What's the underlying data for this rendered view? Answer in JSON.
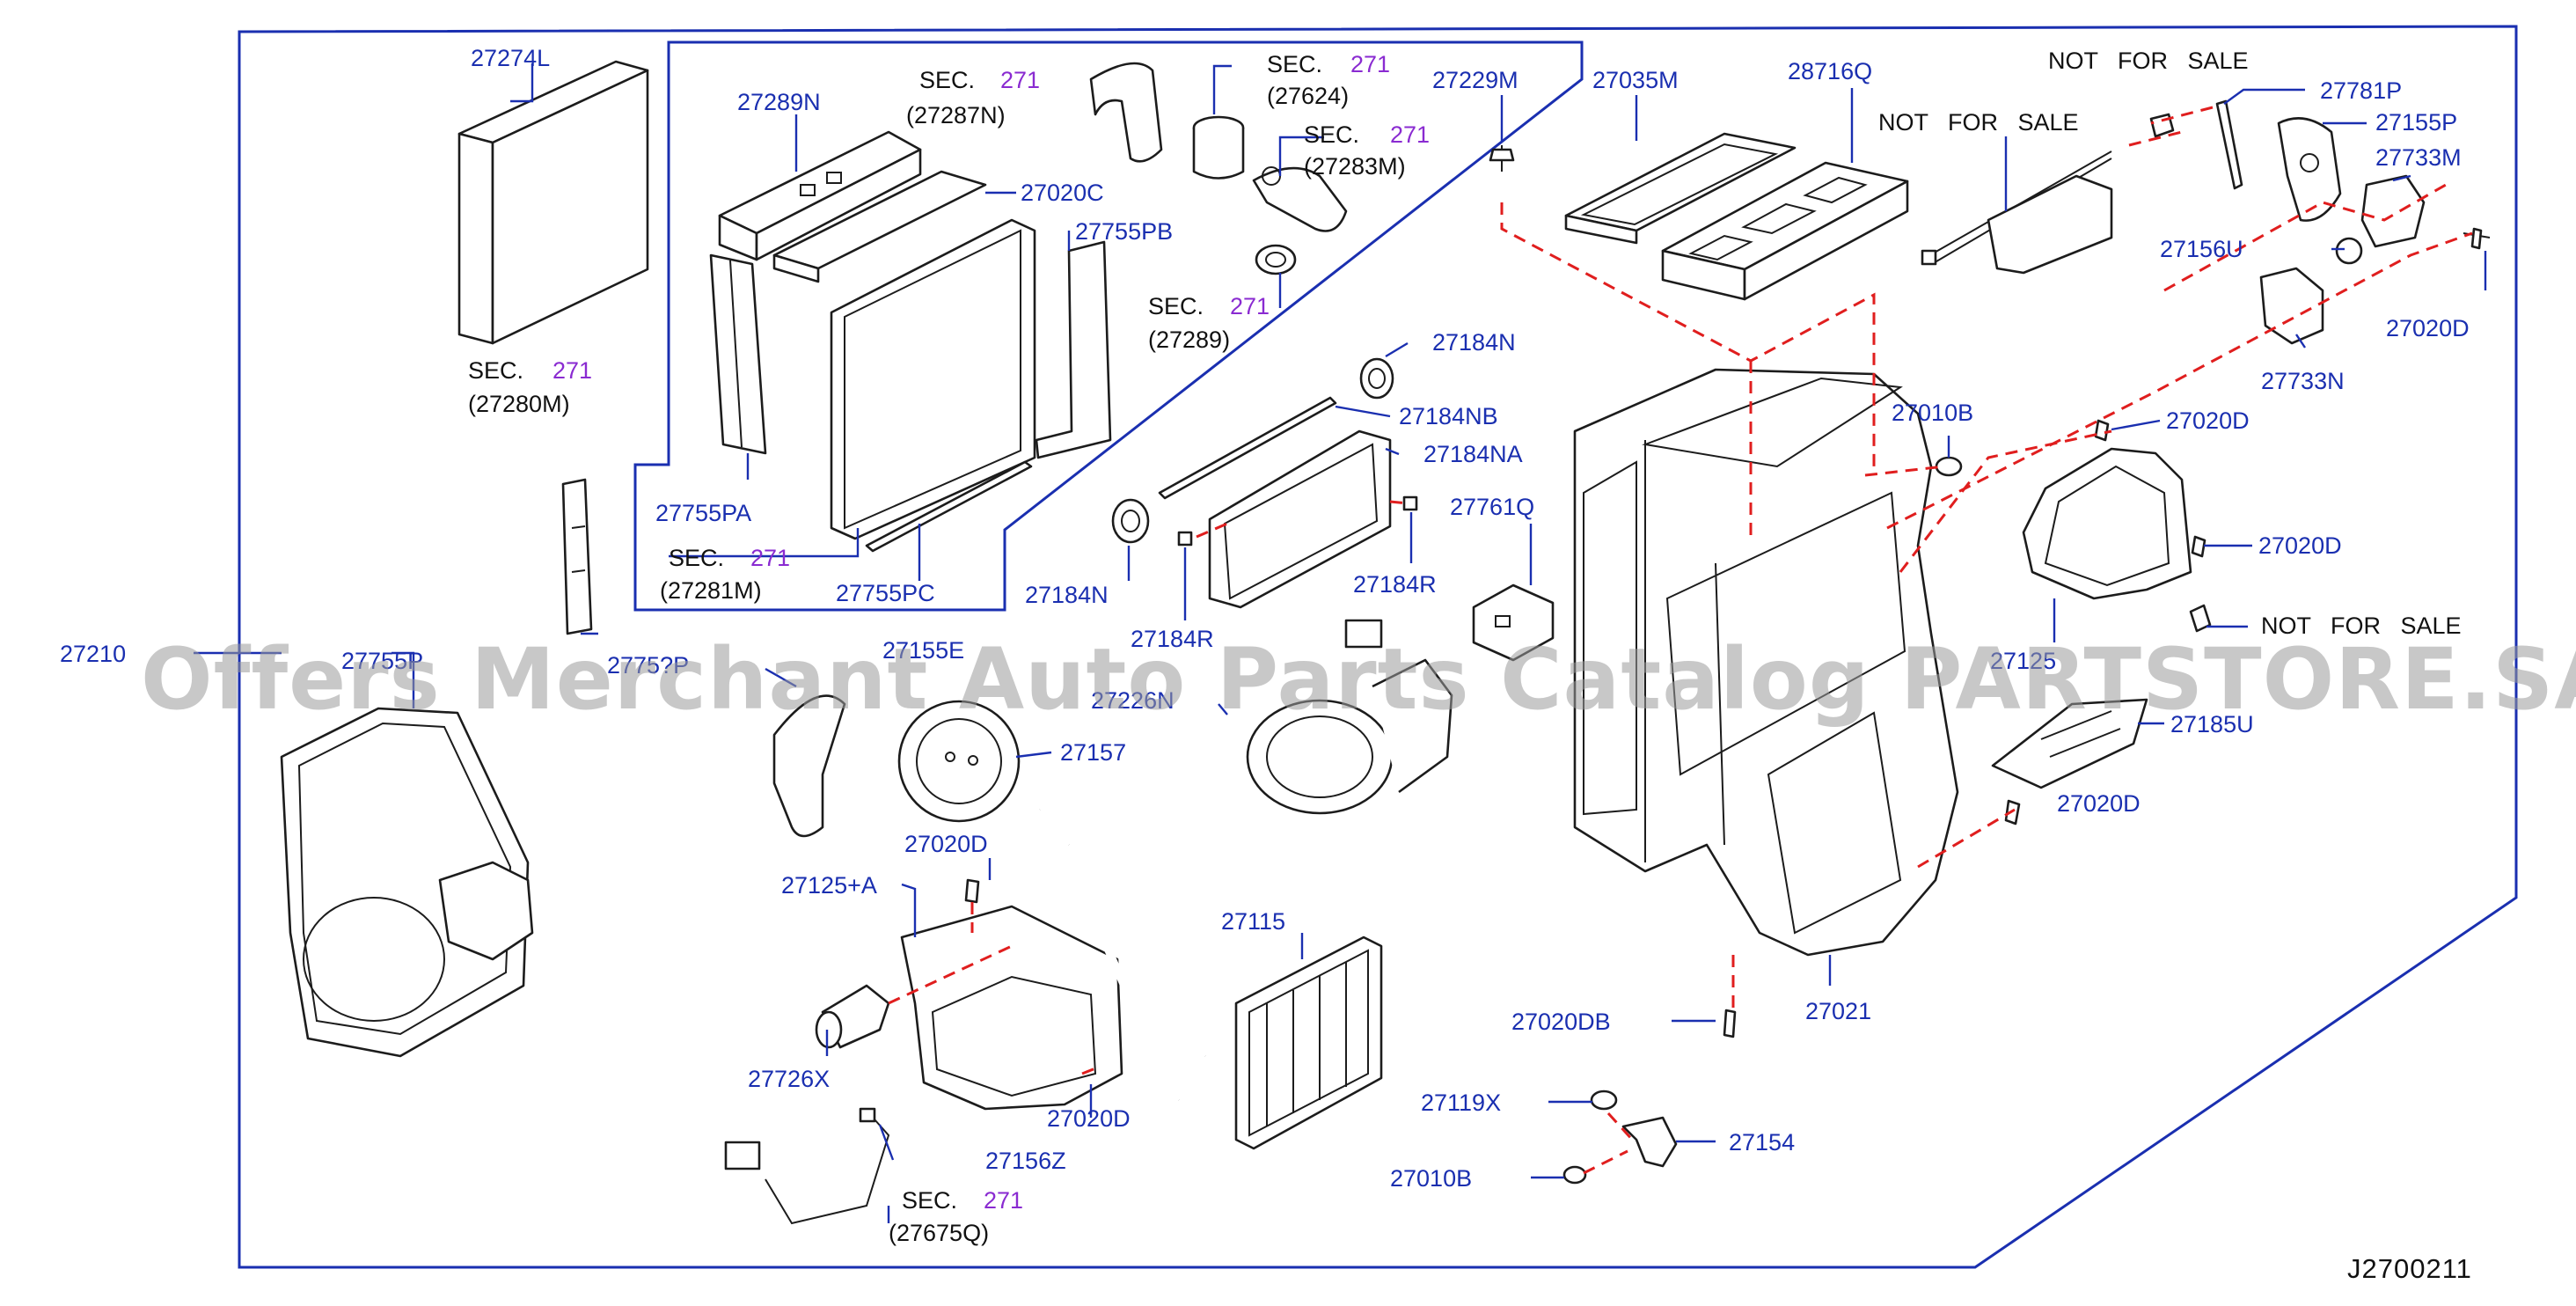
{
  "diagram": {
    "ref_code": "J2700211",
    "watermark": "Offers Merchant Auto Parts Catalog PARTSTORE.SA",
    "labels": {
      "l27274L": "27274L",
      "l27289N": "27289N",
      "l27020C": "27020C",
      "l27755PB": "27755PB",
      "l27755PA": "27755PA",
      "l27755PC": "27755PC",
      "l27210": "27210",
      "l27755P": "27755P",
      "l2775xP": "2775?P",
      "l2715xE": "27155E",
      "l27229M": "27229M",
      "l27035M": "27035M",
      "l28716Q": "28716Q",
      "l27781P": "27781P",
      "l27155P": "27155P",
      "l27733M": "27733M",
      "l27156U": "27156U",
      "l27020D_a": "27020D",
      "l27733N": "27733N",
      "l27184N_a": "27184N",
      "l27184NB": "27184NB",
      "l27184NA": "27184NA",
      "l27761Q": "27761Q",
      "l27184N_b": "27184N",
      "l27184R_a": "27184R",
      "l27184R_b": "27184R",
      "l27010B_a": "27010B",
      "l27020D_b": "27020D",
      "l27020D_c": "27020D",
      "l27125": "27125",
      "l27185U": "27185U",
      "l27226N": "27226N",
      "l27157": "27157",
      "l27020D_d": "27020D",
      "l27125A": "27125+A",
      "l27020D_e": "27020D",
      "l27115": "27115",
      "l27726X": "27726X",
      "l27020D_f": "27020D",
      "l27020DB": "27020DB",
      "l27021": "27021",
      "l27119X": "27119X",
      "l27154": "27154",
      "l27010B_b": "27010B",
      "l27156Z": "27156Z"
    },
    "sec": {
      "word": "SEC.",
      "num": "271",
      "codes": {
        "s27287N": "(27287N)",
        "s27624": "(27624)",
        "s27283M": "(27283M)",
        "s27289": "(27289)",
        "s27280M": "(27280M)",
        "s27281M": "(27281M)",
        "s27675Q": "(27675Q)"
      }
    },
    "not_for_sale": "NOT   FOR   SALE",
    "colors": {
      "label": "#1a2fb0",
      "section_number": "#8a2bd1",
      "dashed_line": "#e01e1e",
      "linework": "#1c1c1c"
    }
  }
}
